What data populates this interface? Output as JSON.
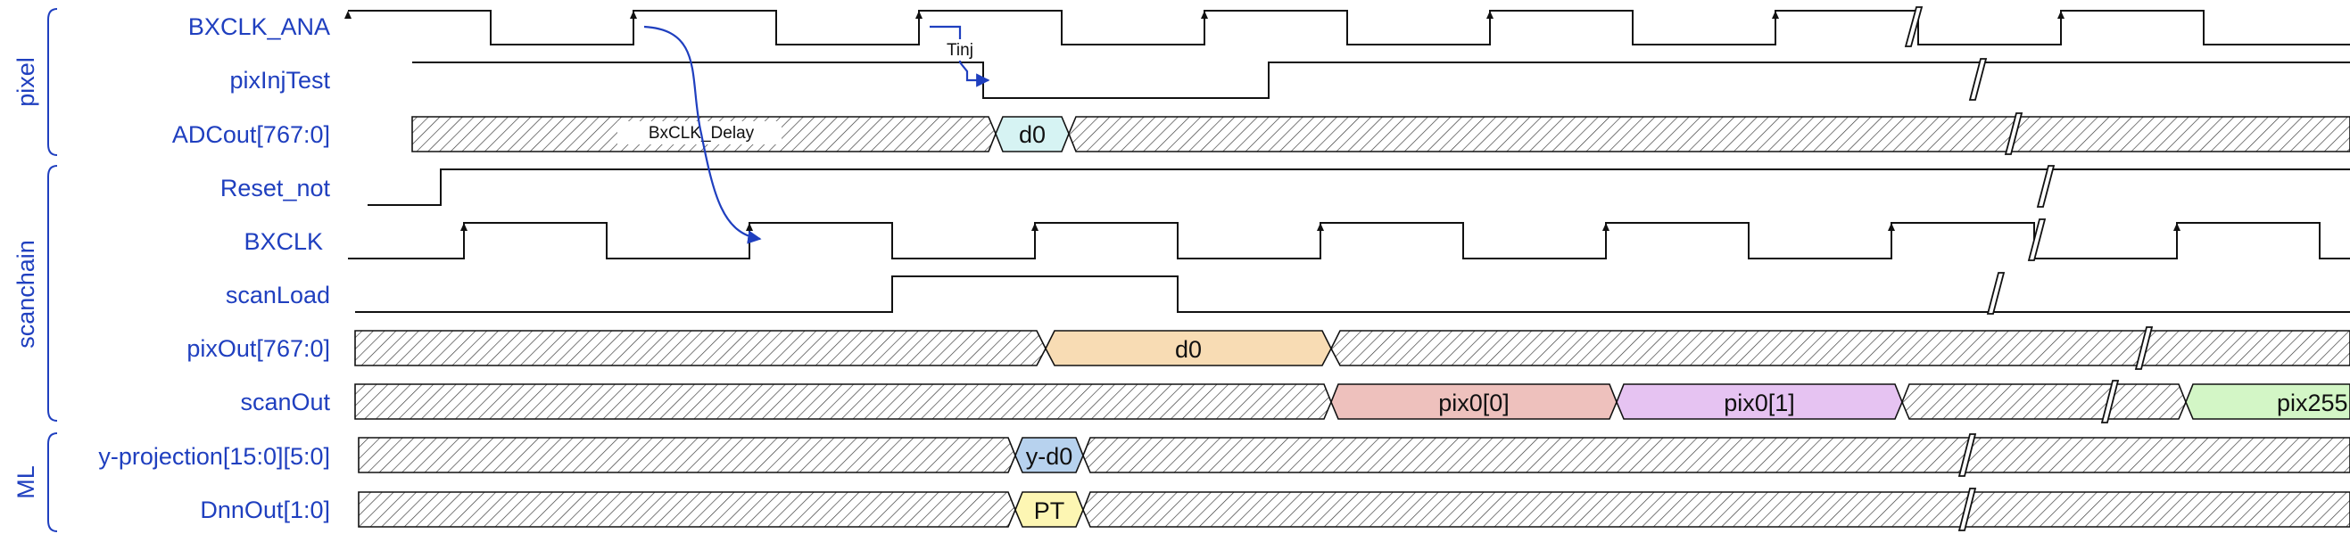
{
  "groups": {
    "pixel": "pixel",
    "scanchain": "scanchain",
    "ml": "ML"
  },
  "signals": {
    "bxclk_ana": "BXCLK_ANA",
    "pixinjtest": "pixInjTest",
    "adcout": "ADCout[767:0]",
    "reset_not": "Reset_not",
    "bxclk": "BXCLK",
    "scanload": "scanLoad",
    "pixout": "pixOut[767:0]",
    "scanout": "scanOut",
    "yproj": "y-projection[15:0][5:0]",
    "dnnout": "DnnOut[1:0]"
  },
  "segments": {
    "adcout_d0": "d0",
    "pixout_d0": "d0",
    "scanout_pix00": "pix0[0]",
    "scanout_pix01": "pix0[1]",
    "scanout_pix255": "pix255",
    "yproj_yd0": "y-d0",
    "dnnout_pt": "PT"
  },
  "annotations": {
    "bxclk_delay": "BxCLK_Delay",
    "tinj": "Tinj"
  },
  "colors": {
    "signal_label": "#1f3fbf",
    "adcout_d0": "#d6f3f3",
    "pixout_d0": "#f8dcb4",
    "scanout_pix00": "#eec1bd",
    "scanout_pix01": "#e6c3f2",
    "scanout_pix255": "#d3f6c6",
    "yproj_yd0": "#b7d2ee",
    "dnnout_pt": "#fdf6b3"
  }
}
